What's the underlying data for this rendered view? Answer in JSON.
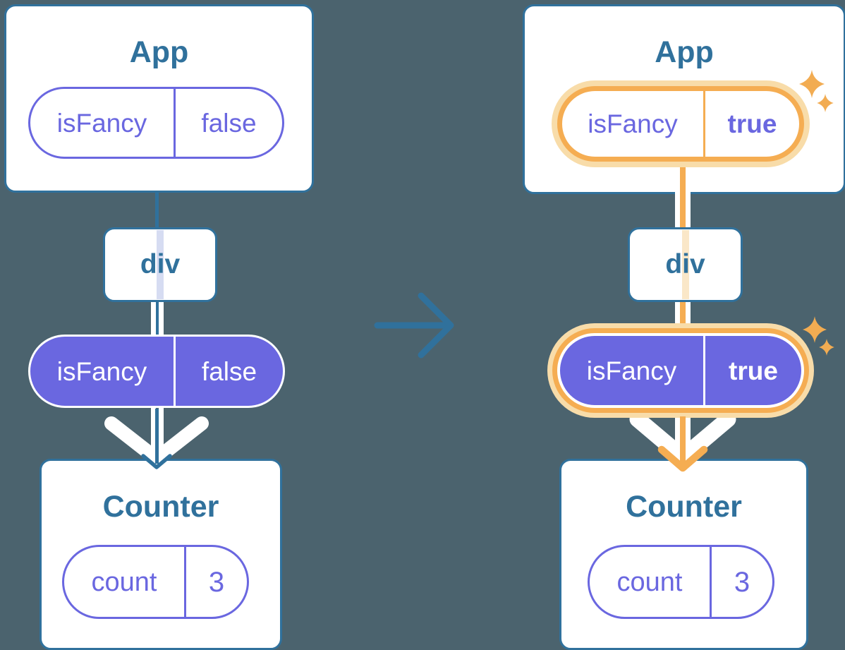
{
  "diagram": {
    "description": "React state flow: passing isFancy down the tree, before and after state change",
    "colors": {
      "background": "#4B636E",
      "teal": "#30719C",
      "purple": "#6A67E0",
      "orange": "#F5AD52",
      "orange_glow": "#F8DCA9",
      "lavender_stripe": "#D6DCF2",
      "pale_orange_stripe": "#FAE7C8",
      "white": "#FFFFFF"
    },
    "icons": {
      "transition": "arrow-right-icon",
      "flow_before": "arrow-down-white-chevron-icon",
      "flow_after": "arrow-down-orange-icon",
      "highlight": "sparkle-icon"
    },
    "panels": {
      "before": {
        "app_title": "App",
        "app_state": {
          "name": "isFancy",
          "value": "false"
        },
        "dom_label": "div",
        "prop": {
          "name": "isFancy",
          "value": "false"
        },
        "counter_title": "Counter",
        "counter_state": {
          "name": "count",
          "value": "3"
        }
      },
      "after": {
        "app_title": "App",
        "app_state": {
          "name": "isFancy",
          "value": "true"
        },
        "dom_label": "div",
        "prop": {
          "name": "isFancy",
          "value": "true"
        },
        "counter_title": "Counter",
        "counter_state": {
          "name": "count",
          "value": "3"
        }
      }
    }
  }
}
